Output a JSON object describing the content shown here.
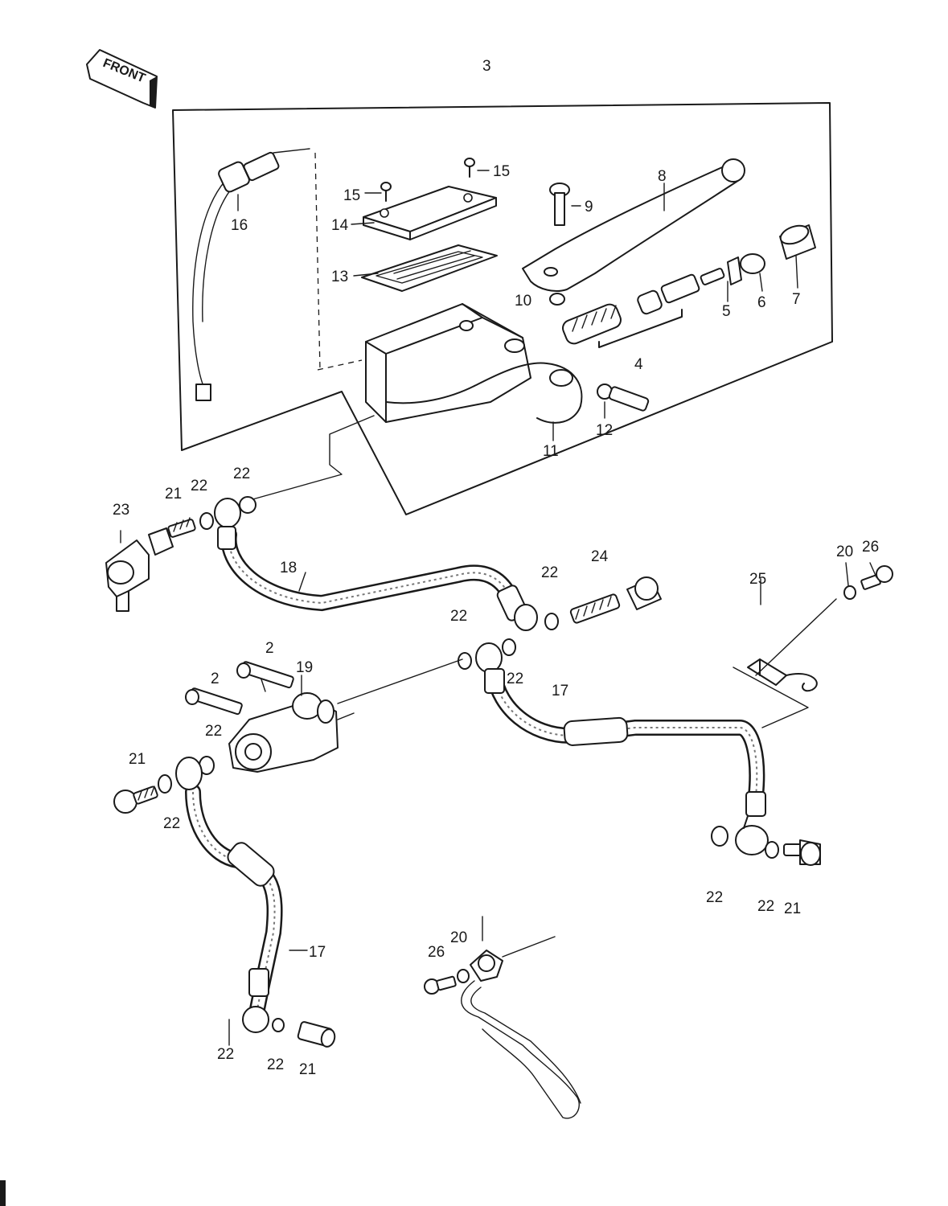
{
  "front_badge": {
    "label": "FRONT"
  },
  "page_number": "3",
  "callouts": {
    "c16": "16",
    "c15a": "15",
    "c15b": "15",
    "c14": "14",
    "c13": "13",
    "c9": "9",
    "c8": "8",
    "c10": "10",
    "c5": "5",
    "c6": "6",
    "c7": "7",
    "c4": "4",
    "c12": "12",
    "c11": "11",
    "c23": "23",
    "c21a": "21",
    "c22a": "22",
    "c22b": "22",
    "c18": "18",
    "c22c": "22",
    "c24": "24",
    "c25": "25",
    "c20a": "20",
    "c26a": "26",
    "c22d": "22",
    "c2a": "2",
    "c19": "19",
    "c2b": "2",
    "c22e": "22",
    "c17a": "17",
    "c21b": "21",
    "c22f": "22",
    "c22g": "22",
    "c22h": "22",
    "c21c": "21",
    "c17b": "17",
    "c26b": "26",
    "c20b": "20",
    "c22i": "22",
    "c22j": "22",
    "c21d": "21"
  }
}
